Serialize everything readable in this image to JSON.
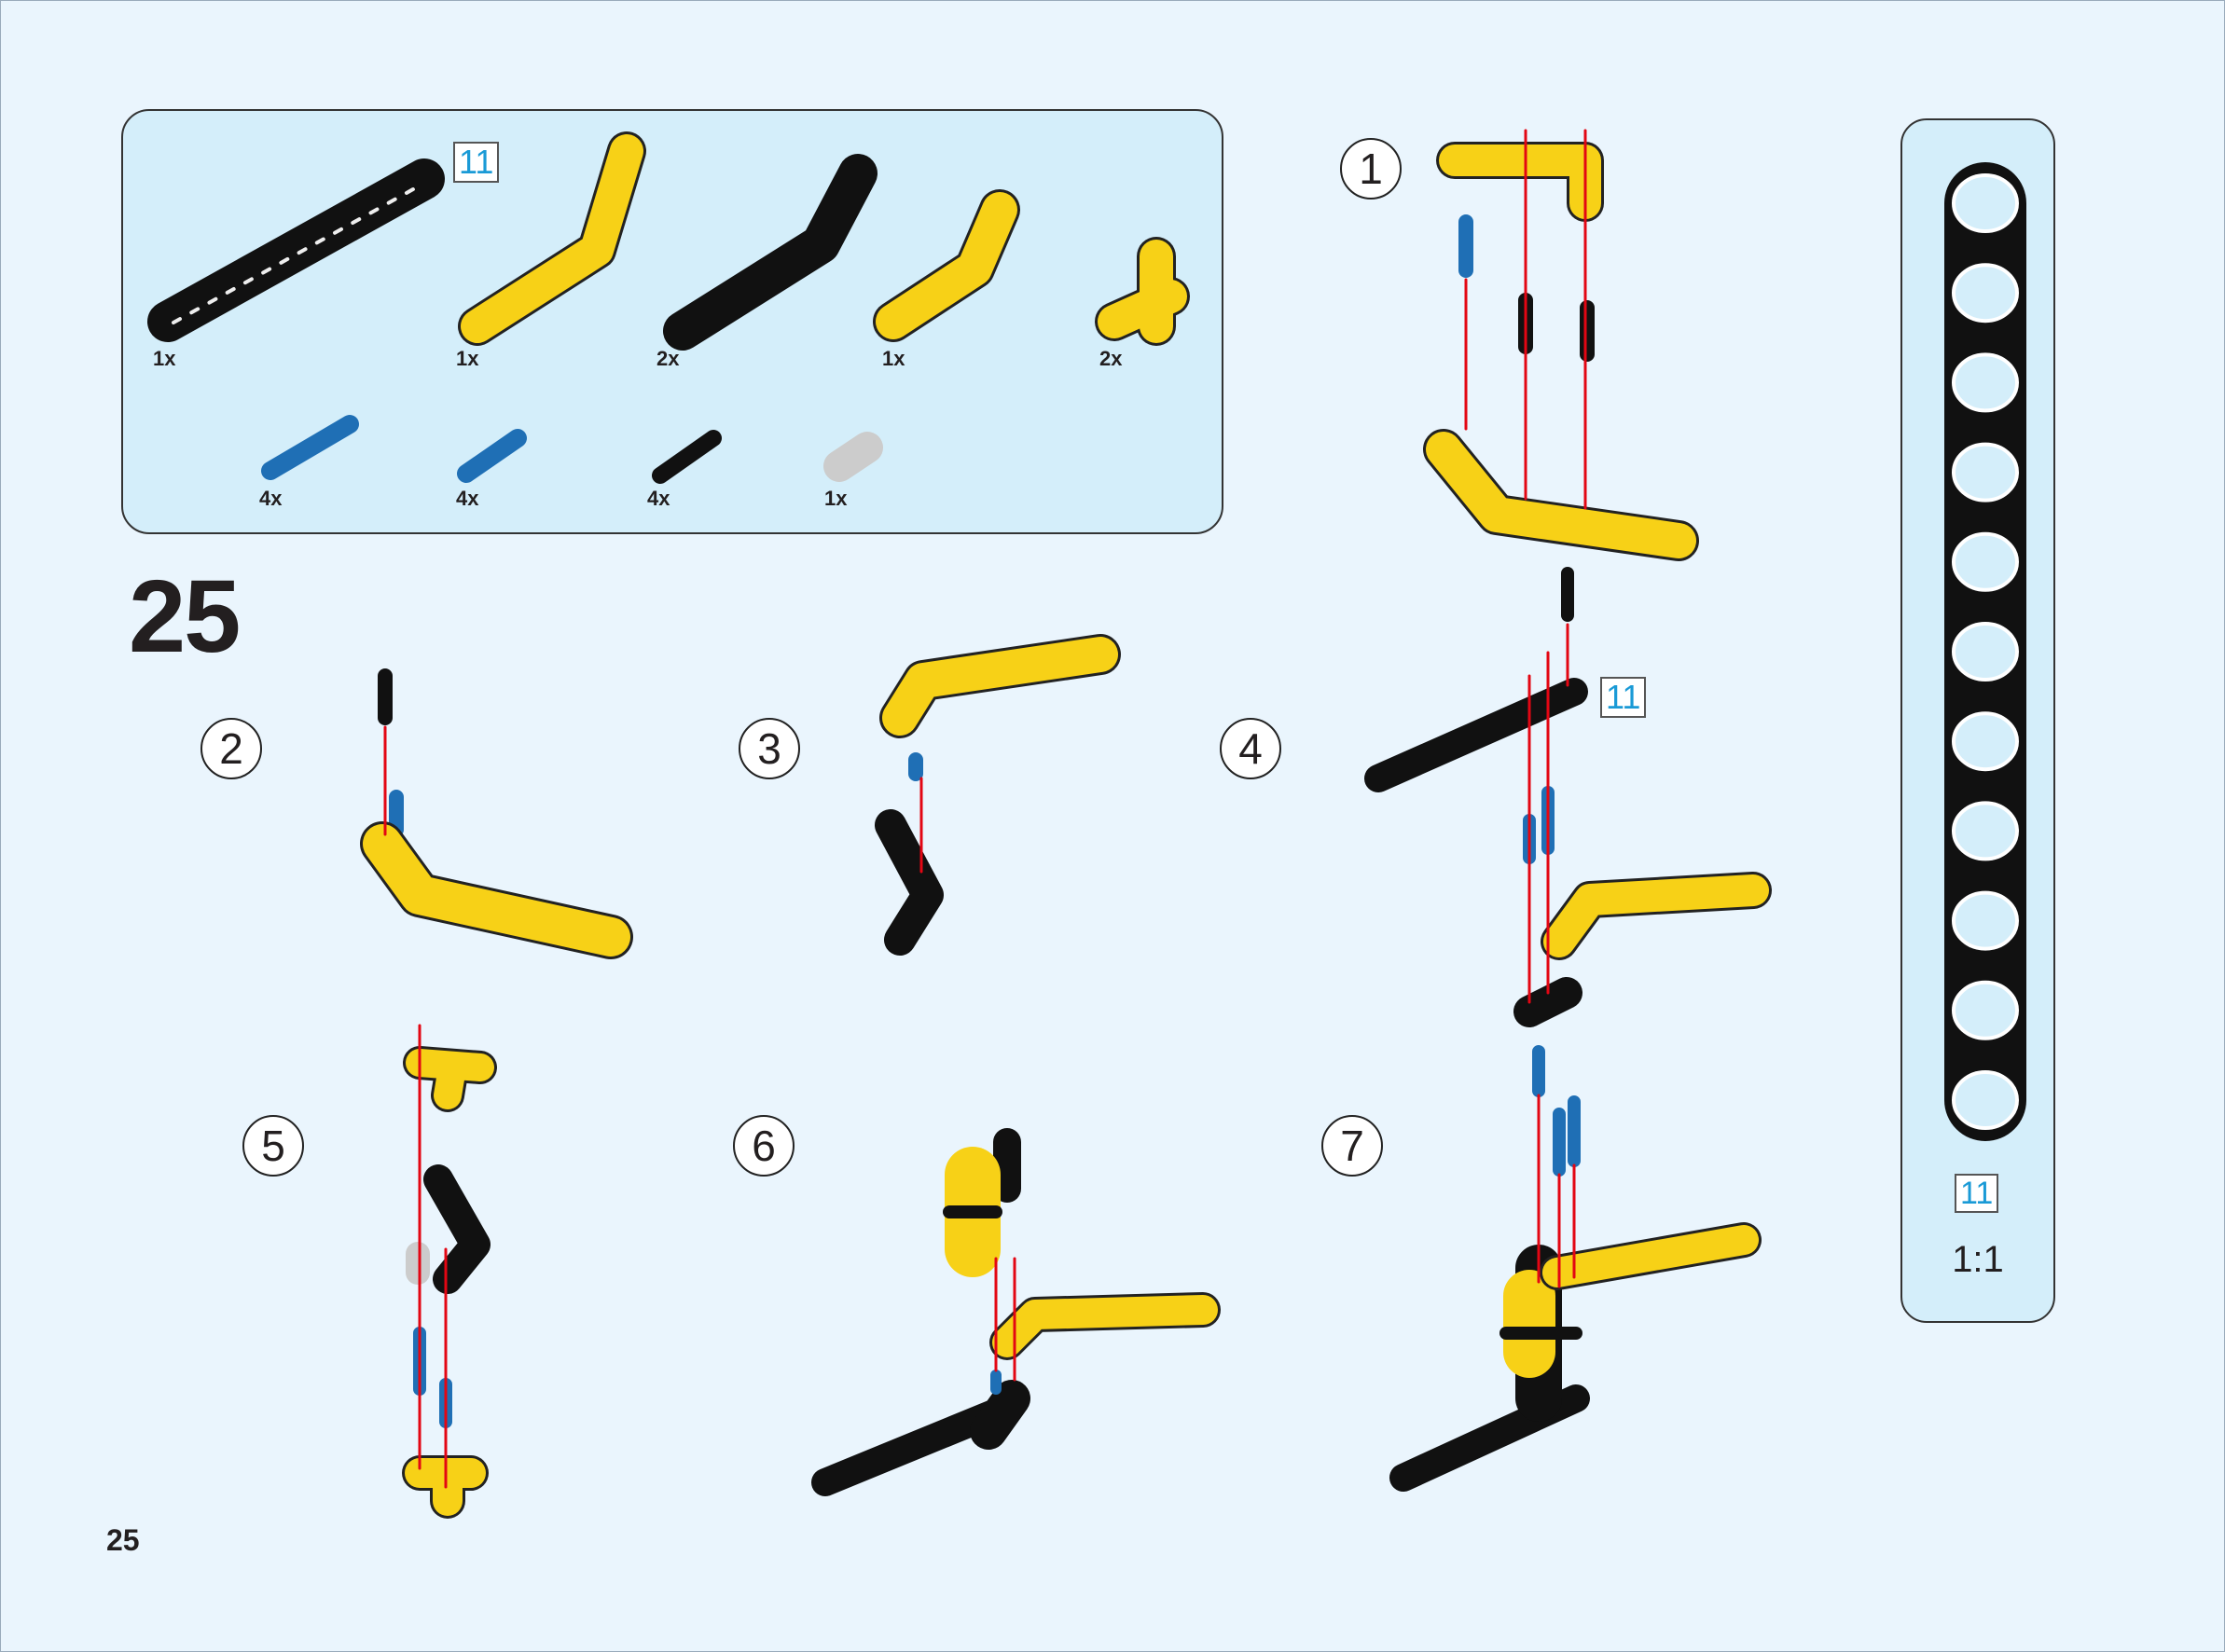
{
  "step_number": "25",
  "page_number": "25",
  "parts": {
    "length_badge": "11",
    "row1": [
      {
        "name": "black-straight-beam-11",
        "count": "1x"
      },
      {
        "name": "yellow-bent-beam",
        "count": "1x"
      },
      {
        "name": "black-bent-beam",
        "count": "2x"
      },
      {
        "name": "yellow-l-beam",
        "count": "1x"
      },
      {
        "name": "yellow-t-beam",
        "count": "2x"
      }
    ],
    "row2": [
      {
        "name": "blue-long-pin",
        "count": "4x"
      },
      {
        "name": "blue-axle-pin",
        "count": "4x"
      },
      {
        "name": "black-pin",
        "count": "4x"
      },
      {
        "name": "gray-bush",
        "count": "1x"
      }
    ]
  },
  "substeps": [
    "1",
    "2",
    "3",
    "4",
    "5",
    "6",
    "7"
  ],
  "substep4_badge": "11",
  "side_panel": {
    "badge": "11",
    "scale": "1:1"
  },
  "colors": {
    "yellow": "#f7d117",
    "black": "#111111",
    "blue": "#1f6fb5",
    "arrow": "#e30613",
    "panel": "#d4eefa",
    "page": "#eaf5fd"
  }
}
